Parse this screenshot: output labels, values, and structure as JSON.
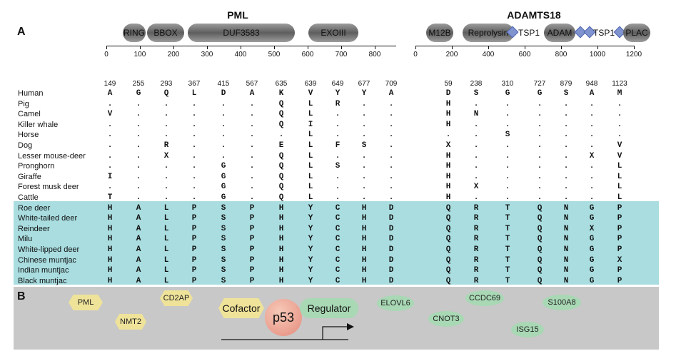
{
  "panel_a": {
    "letter": "A",
    "pml": {
      "title": "PML",
      "domains": [
        {
          "name": "RING"
        },
        {
          "name": "BBOX"
        },
        {
          "name": "DUF3583"
        },
        {
          "name": "EXOIII"
        }
      ],
      "ruler_ticks": [
        "0",
        "100",
        "200",
        "300",
        "400",
        "500",
        "600",
        "700",
        "800"
      ],
      "positions": [
        "149",
        "255",
        "293",
        "367",
        "415",
        "567",
        "635",
        "639",
        "649",
        "677",
        "709"
      ]
    },
    "adamts18": {
      "title": "ADAMTS18",
      "domains": [
        {
          "name": "M12B"
        },
        {
          "name": "Reprolysin"
        },
        {
          "name": "TSP1"
        },
        {
          "name": "ADAM"
        },
        {
          "name": "TSP1"
        },
        {
          "name": "PLAC"
        }
      ],
      "ruler_ticks": [
        "0",
        "200",
        "400",
        "600",
        "800",
        "1000",
        "1200"
      ],
      "positions": [
        "59",
        "238",
        "310",
        "727",
        "879",
        "948",
        "1123"
      ]
    },
    "species": [
      {
        "name": "Human",
        "cells": [
          "A",
          "G",
          "Q",
          "L",
          "D",
          "A",
          "K",
          "V",
          "Y",
          "Y",
          "A",
          "D",
          "S",
          "G",
          "G",
          "S",
          "A",
          "M"
        ]
      },
      {
        "name": "Pig",
        "cells": [
          ".",
          ".",
          ".",
          ".",
          ".",
          ".",
          "Q",
          "L",
          "R",
          ".",
          ".",
          "H",
          ".",
          ".",
          ".",
          ".",
          ".",
          "."
        ]
      },
      {
        "name": "Camel",
        "cells": [
          "V",
          ".",
          ".",
          ".",
          ".",
          ".",
          "Q",
          "L",
          ".",
          ".",
          ".",
          "H",
          "N",
          ".",
          ".",
          ".",
          ".",
          "."
        ]
      },
      {
        "name": "Killer whale",
        "cells": [
          ".",
          ".",
          ".",
          ".",
          ".",
          ".",
          "Q",
          "I",
          ".",
          ".",
          ".",
          "H",
          ".",
          ".",
          ".",
          ".",
          ".",
          "."
        ]
      },
      {
        "name": "Horse",
        "cells": [
          ".",
          ".",
          ".",
          ".",
          ".",
          ".",
          ".",
          "L",
          ".",
          ".",
          ".",
          ".",
          ".",
          "S",
          ".",
          ".",
          ".",
          "."
        ]
      },
      {
        "name": "Dog",
        "cells": [
          ".",
          ".",
          "R",
          ".",
          ".",
          ".",
          "E",
          "L",
          "F",
          "S",
          ".",
          "X",
          ".",
          ".",
          ".",
          ".",
          ".",
          "V"
        ]
      },
      {
        "name": "Lesser mouse-deer",
        "cells": [
          ".",
          ".",
          "X",
          ".",
          ".",
          ".",
          "Q",
          "L",
          ".",
          ".",
          ".",
          "H",
          ".",
          ".",
          ".",
          ".",
          "X",
          "V"
        ]
      },
      {
        "name": "Pronghorn",
        "cells": [
          ".",
          ".",
          ".",
          ".",
          "G",
          ".",
          "Q",
          "L",
          "S",
          ".",
          ".",
          "H",
          ".",
          ".",
          ".",
          ".",
          ".",
          "L"
        ]
      },
      {
        "name": "Giraffe",
        "cells": [
          "I",
          ".",
          ".",
          ".",
          "G",
          ".",
          "Q",
          "L",
          ".",
          ".",
          ".",
          "H",
          ".",
          ".",
          ".",
          ".",
          ".",
          "L"
        ]
      },
      {
        "name": "Forest musk deer",
        "cells": [
          ".",
          ".",
          ".",
          ".",
          "G",
          ".",
          "Q",
          "L",
          ".",
          ".",
          ".",
          "H",
          "X",
          ".",
          ".",
          ".",
          ".",
          "L"
        ]
      },
      {
        "name": "Cattle",
        "cells": [
          "T",
          ".",
          ".",
          ".",
          "G",
          ".",
          "Q",
          "L",
          ".",
          ".",
          ".",
          "H",
          ".",
          ".",
          ".",
          ".",
          ".",
          "L"
        ]
      },
      {
        "name": "Roe deer",
        "cells": [
          "H",
          "A",
          "L",
          "P",
          "S",
          "P",
          "H",
          "Y",
          "C",
          "H",
          "D",
          "Q",
          "R",
          "T",
          "Q",
          "N",
          "G",
          "P"
        ]
      },
      {
        "name": "White-tailed deer",
        "cells": [
          "H",
          "A",
          "L",
          "P",
          "S",
          "P",
          "H",
          "Y",
          "C",
          "H",
          "D",
          "Q",
          "R",
          "T",
          "Q",
          "N",
          "G",
          "P"
        ]
      },
      {
        "name": "Reindeer",
        "cells": [
          "H",
          "A",
          "L",
          "P",
          "S",
          "P",
          "H",
          "Y",
          "C",
          "H",
          "D",
          "Q",
          "R",
          "T",
          "Q",
          "N",
          "X",
          "P"
        ]
      },
      {
        "name": "Milu",
        "cells": [
          "H",
          "A",
          "L",
          "P",
          "S",
          "P",
          "H",
          "Y",
          "C",
          "H",
          "D",
          "Q",
          "R",
          "T",
          "Q",
          "N",
          "G",
          "P"
        ]
      },
      {
        "name": "White-lipped deer",
        "cells": [
          "H",
          "A",
          "L",
          "P",
          "S",
          "P",
          "H",
          "Y",
          "C",
          "H",
          "D",
          "Q",
          "R",
          "T",
          "Q",
          "N",
          "G",
          "P"
        ]
      },
      {
        "name": "Chinese muntjac",
        "cells": [
          "H",
          "A",
          "L",
          "P",
          "S",
          "P",
          "H",
          "Y",
          "C",
          "H",
          "D",
          "Q",
          "R",
          "T",
          "Q",
          "N",
          "G",
          "X"
        ]
      },
      {
        "name": "Indian muntjac",
        "cells": [
          "H",
          "A",
          "L",
          "P",
          "S",
          "P",
          "H",
          "Y",
          "C",
          "H",
          "D",
          "Q",
          "R",
          "T",
          "Q",
          "N",
          "G",
          "P"
        ]
      },
      {
        "name": "Black muntjac",
        "cells": [
          "H",
          "A",
          "L",
          "P",
          "S",
          "P",
          "H",
          "Y",
          "C",
          "H",
          "D",
          "Q",
          "R",
          "T",
          "Q",
          "N",
          "G",
          "P"
        ]
      }
    ]
  },
  "panel_b": {
    "letter": "B",
    "center": "p53",
    "cofactor": "Cofactor",
    "regulator": "Regulator",
    "cofactors": [
      {
        "name": "PML"
      },
      {
        "name": "CD2AP"
      },
      {
        "name": "NMT2"
      }
    ],
    "regulators": [
      {
        "name": "ELOVL6"
      },
      {
        "name": "CCDC69"
      },
      {
        "name": "CNOT3"
      },
      {
        "name": "S100A8"
      },
      {
        "name": "ISG15"
      }
    ]
  },
  "colors": {
    "deer_band": "#a9dde0",
    "panel_b_bg": "#c8c8c8",
    "cofactor_fill": "#efe39a",
    "regulator_fill": "#a8d8b4",
    "p53_fill": "#e48b7c",
    "tsp1_diamond": "#7f93cf"
  }
}
